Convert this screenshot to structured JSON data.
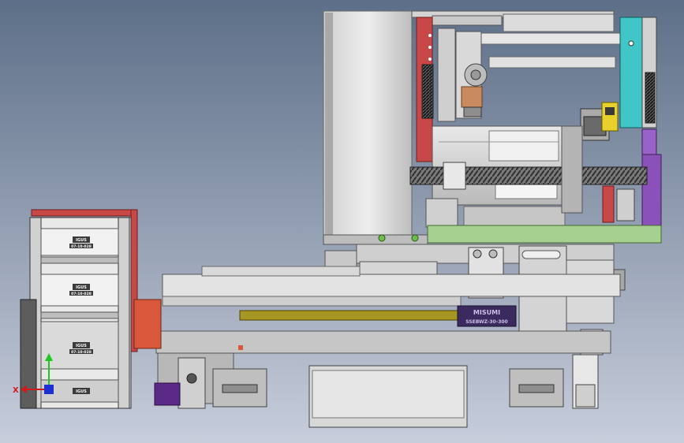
{
  "viewport": {
    "background_top": "#5d6f88",
    "background_bottom": "#c7cddb"
  },
  "labels": {
    "slide_brand": "MISUMI",
    "slide_model": "SSEBWZ-30-300",
    "chain_brand": "IGUS",
    "chain_model": "07-10-028"
  },
  "triad": {
    "x_label": "X",
    "x_color": "#d11a1a",
    "y_color": "#1ec81e",
    "z_color": "#1e2fd1"
  },
  "colors": {
    "red_part": "#c84848",
    "purple_part": "#8a52b8",
    "dark_purple_part": "#5b2a86",
    "cyan_part": "#40c6c6",
    "green_plate": "#a6d08f",
    "yellow_rod": "#a79722",
    "orange_flange": "#d9583c",
    "copper_part": "#c98a5f",
    "yellow_clamp": "#e8d12a",
    "gray_light": "#d8d8d8",
    "gray_mid": "#bcbcbc",
    "gray_dark": "#6e6e6e",
    "slide_label_bg": "#3b2a5e"
  }
}
